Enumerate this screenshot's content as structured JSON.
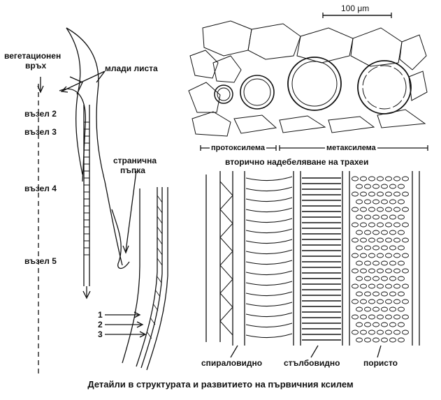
{
  "labels": {
    "apex_line1": "вегетационен",
    "apex_line2": "връх",
    "young_leaves": "млади листа",
    "node2": "възел 2",
    "node3": "възел 3",
    "node4": "възел 4",
    "node5": "възел 5",
    "bud_line1": "странична",
    "bud_line2": "пъпка",
    "n1": "1",
    "n2": "2",
    "n3": "3",
    "scale": "100 μm",
    "protoxylem": "протоксилема",
    "metaxylem": "метаксилема",
    "secondary": "вторично надебеляване на трахеи",
    "spiral": "спираловидно",
    "scalariform": "стълбовидно",
    "porous": "пористо"
  },
  "caption": "Детайли в структурата и развитието на първичния ксилем"
}
